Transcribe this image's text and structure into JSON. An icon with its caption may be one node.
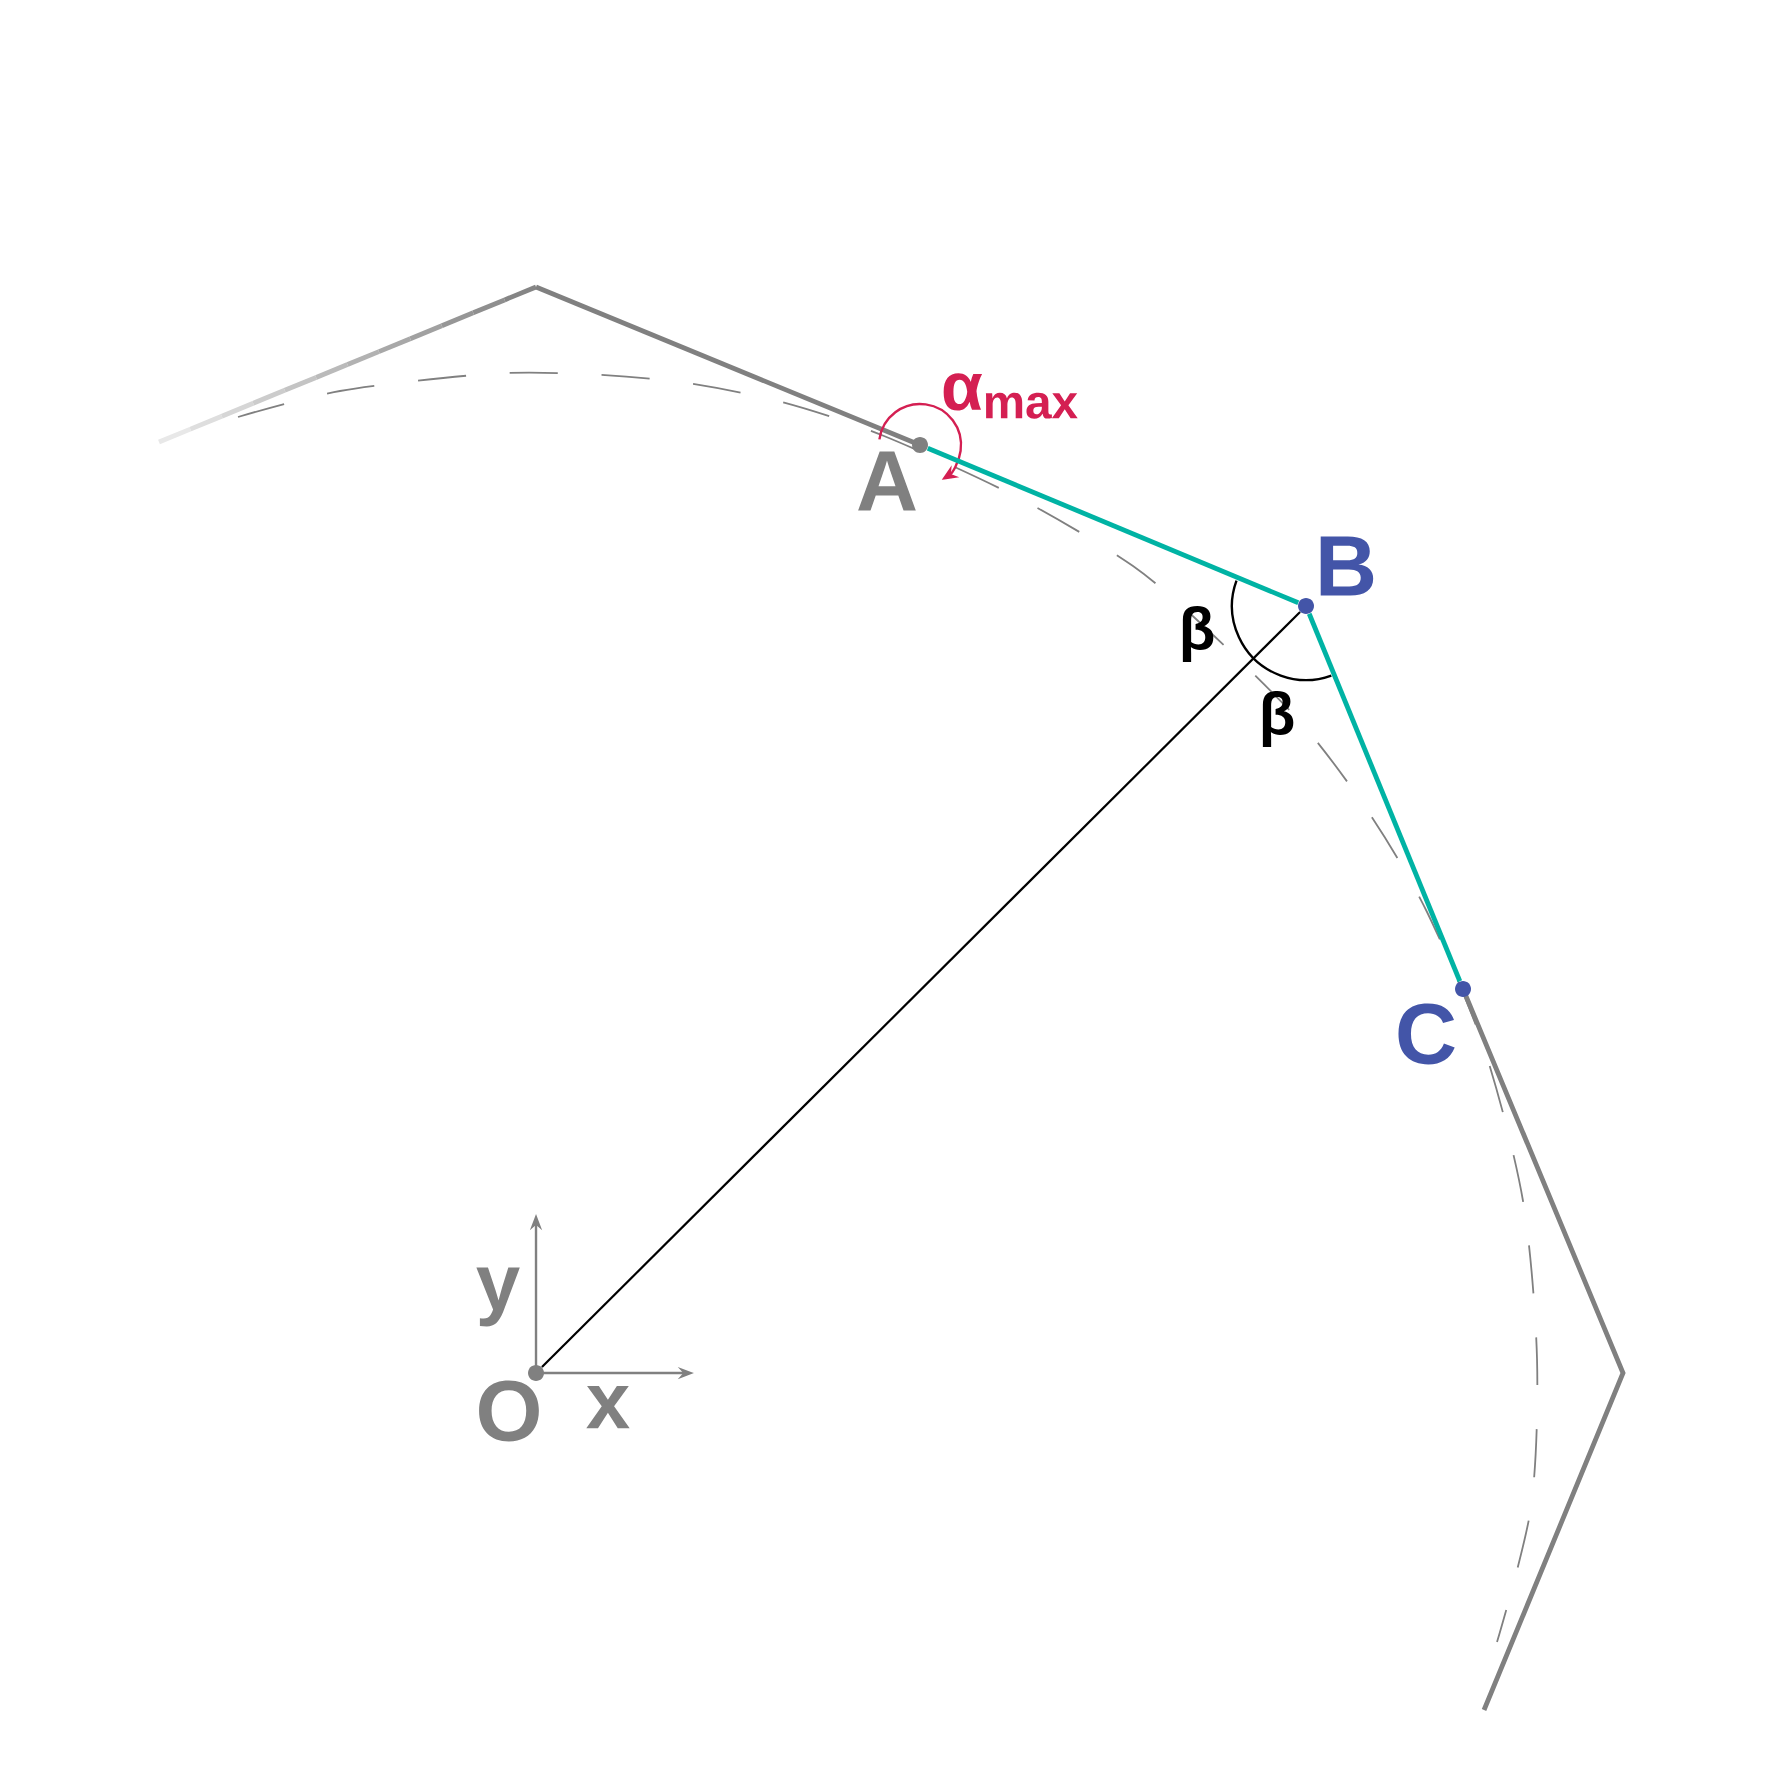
{
  "diagram": {
    "nodes": [
      {
        "text": [
          "O"
        ]
      },
      {
        "text": [
          "A"
        ]
      },
      {
        "text": [
          "B"
        ]
      },
      {
        "text": [
          "C"
        ]
      }
    ],
    "edges": [
      {
        "from": 0,
        "to": 2,
        "arrow": "none",
        "color": "#000000"
      },
      {
        "from": 1,
        "to": 2,
        "arrow": "none",
        "color": "#00b3a4"
      },
      {
        "from": 2,
        "to": 3,
        "arrow": "none",
        "color": "#00b3a4"
      }
    ],
    "labels": [
      "α$_{max}$",
      "β",
      "β",
      "y",
      "x"
    ]
  }
}
